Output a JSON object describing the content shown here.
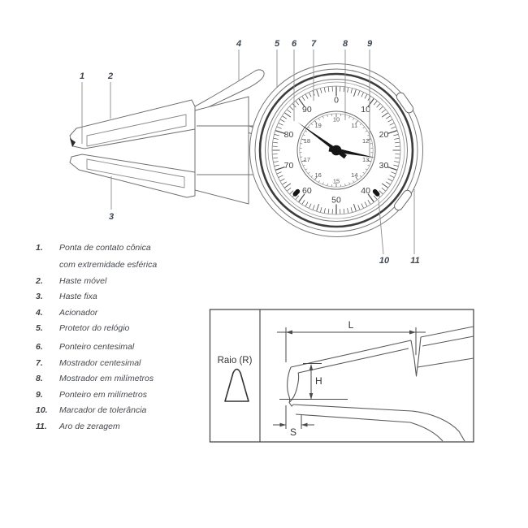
{
  "illustration": {
    "callouts": [
      {
        "label": "1"
      },
      {
        "label": "2"
      },
      {
        "label": "3"
      },
      {
        "label": "4"
      },
      {
        "label": "5"
      },
      {
        "label": "6"
      },
      {
        "label": "7"
      },
      {
        "label": "8"
      },
      {
        "label": "9"
      },
      {
        "label": "10"
      },
      {
        "label": "11"
      }
    ],
    "dial": {
      "outer_scale_labels": [
        "0",
        "10",
        "20",
        "30",
        "40",
        "50",
        "60",
        "70",
        "80",
        "90"
      ],
      "inner_scale_labels": [
        "10",
        "11",
        "12",
        "13",
        "14",
        "15",
        "16",
        "17",
        "18",
        "19"
      ],
      "centesimal_needle_value": 85,
      "mm_needle_value": 12.8,
      "tolerance_marker_values": [
        38,
        62
      ]
    }
  },
  "legend": {
    "items": [
      {
        "num": "1.",
        "lines": [
          "Ponta de contato cônica",
          "com extremidade esférica"
        ]
      },
      {
        "num": "2.",
        "lines": [
          "Haste móvel"
        ]
      },
      {
        "num": "3.",
        "lines": [
          "Haste fixa"
        ]
      },
      {
        "num": "4.",
        "lines": [
          "Acionador"
        ]
      },
      {
        "num": "5.",
        "lines": [
          "Protetor do relógio"
        ]
      },
      {
        "num": "6.",
        "lines": [
          "Ponteiro centesimal"
        ]
      },
      {
        "num": "7.",
        "lines": [
          "Mostrador centesimal"
        ]
      },
      {
        "num": "8.",
        "lines": [
          "Mostrador em milímetros"
        ]
      },
      {
        "num": "9.",
        "lines": [
          "Ponteiro em milímetros"
        ]
      },
      {
        "num": "10.",
        "lines": [
          "Marcador de tolerância"
        ]
      },
      {
        "num": "11.",
        "lines": [
          "Aro de zeragem"
        ]
      }
    ]
  },
  "detail": {
    "radius_label": "Raio (R)",
    "dim_length": "L",
    "dim_height": "H",
    "dim_width": "S"
  },
  "colors": {
    "line": "#707070",
    "dark_ring": "#3c3c3c",
    "needle": "#161616",
    "callout_text": "#3e4752"
  }
}
